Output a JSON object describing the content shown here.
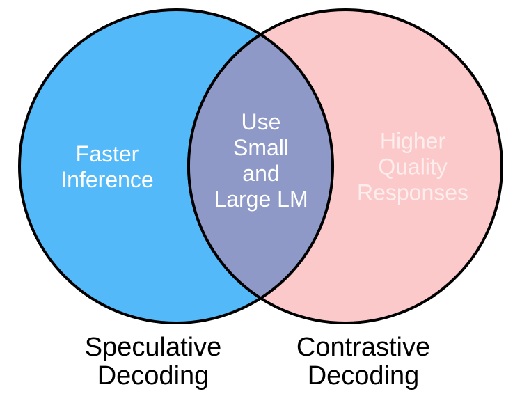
{
  "venn": {
    "type": "venn-diagram",
    "background_color": "#FFFFFF",
    "outline_color": "#000000",
    "left": {
      "circle_color": "#54B9F9",
      "region_label_color": "#FFFFFF",
      "region_lines": [
        "Faster",
        "Inference"
      ],
      "caption_color": "#000000",
      "caption_lines": [
        "Speculative",
        "Decoding"
      ]
    },
    "right": {
      "circle_color": "#FBC9CA",
      "region_label_color": "#FEEDED",
      "region_lines": [
        "Higher",
        "Quality",
        "Responses"
      ],
      "caption_color": "#000000",
      "caption_lines": [
        "Contrastive",
        "Decoding"
      ]
    },
    "overlap": {
      "region_color": "#8E99C8",
      "region_label_color": "#FFFFFF",
      "region_lines": [
        "Use",
        "Small",
        "and",
        "Large LM"
      ]
    }
  }
}
